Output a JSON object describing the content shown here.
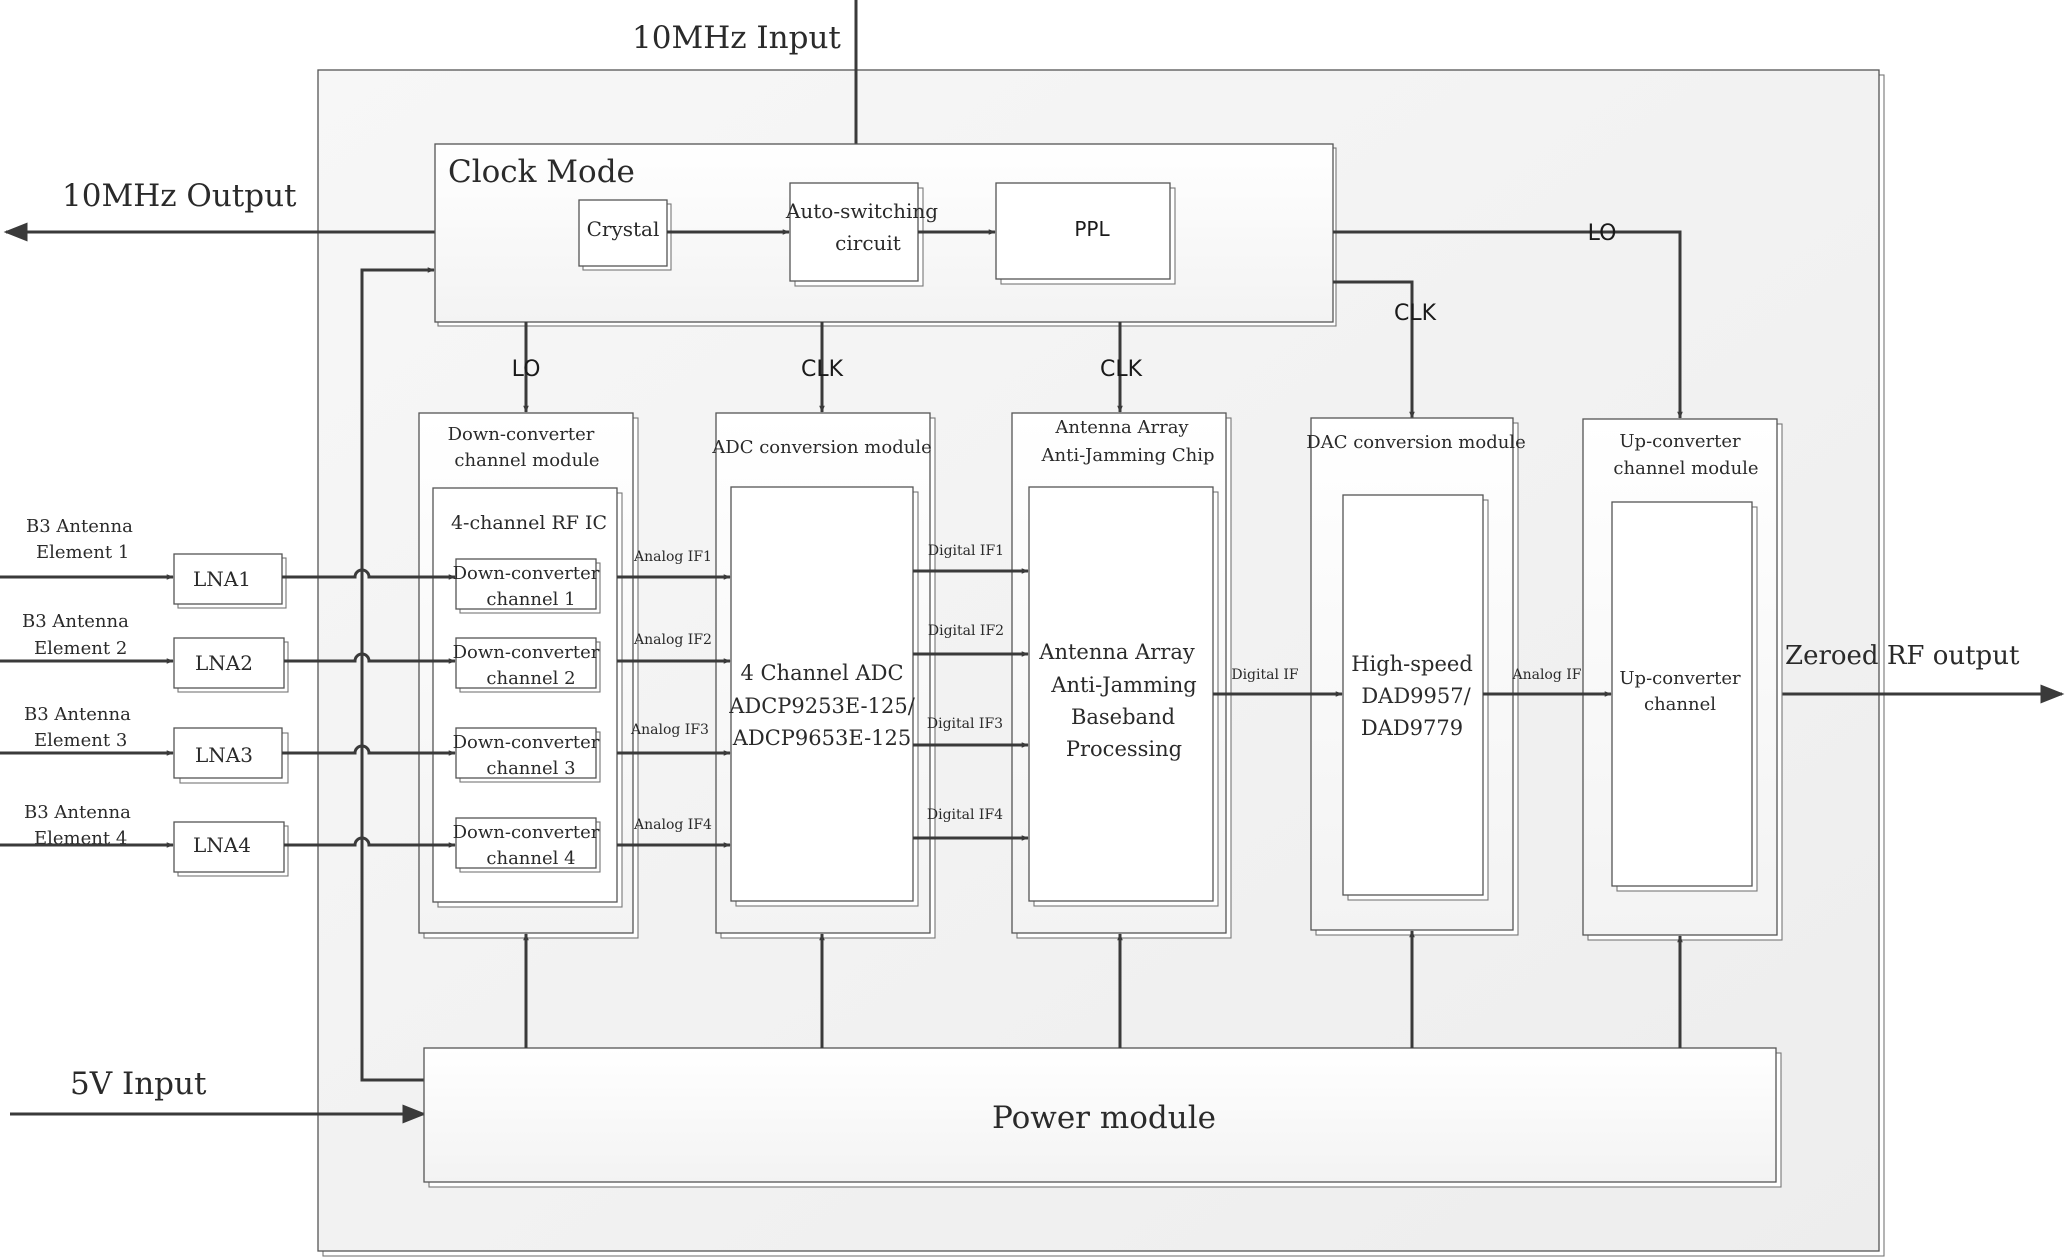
{
  "external": {
    "input_10mhz": "10MHz Input",
    "output_10mhz": "10MHz Output",
    "input_5v": "5V Input",
    "output_rf": "Zeroed RF output"
  },
  "clock": {
    "title": "Clock Mode",
    "crystal": "Crystal",
    "switch_line1": "Auto-switching",
    "switch_line2": "circuit",
    "ppl": "PPL"
  },
  "signals": {
    "lo": "LO",
    "clk": "CLK"
  },
  "antennas": [
    {
      "line1": "B3 Antenna",
      "line2": "Element 1",
      "lna": "LNA1"
    },
    {
      "line1": "B3 Antenna",
      "line2": "Element 2",
      "lna": "LNA2"
    },
    {
      "line1": "B3 Antenna",
      "line2": "Element 3",
      "lna": "LNA3"
    },
    {
      "line1": "B3 Antenna",
      "line2": "Element 4",
      "lna": "LNA4"
    }
  ],
  "downconverter": {
    "title_line1": "Down-converter",
    "title_line2": "channel module",
    "rfic": "4-channel RF IC",
    "channels": [
      {
        "line1": "Down-converter",
        "line2": "channel 1"
      },
      {
        "line1": "Down-converter",
        "line2": "channel 2"
      },
      {
        "line1": "Down-converter",
        "line2": "channel 3"
      },
      {
        "line1": "Down-converter",
        "line2": "channel 4"
      }
    ]
  },
  "analog_if": [
    "Analog IF1",
    "Analog IF2",
    "Analog IF3",
    "Analog IF4"
  ],
  "adc": {
    "title": "ADC conversion module",
    "line1": "4 Channel ADC",
    "line2": "ADCP9253E-125/",
    "line3": "ADCP9653E-125"
  },
  "digital_if": [
    "Digital IF1",
    "Digital IF2",
    "Digital IF3",
    "Digital IF4"
  ],
  "ajchip": {
    "title_line1": "Antenna Array",
    "title_line2": "Anti-Jamming Chip",
    "line1": "Antenna Array",
    "line2": "Anti-Jamming",
    "line3": "Baseband",
    "line4": "Processing"
  },
  "digital_if_out": "Digital IF",
  "dac": {
    "title": "DAC conversion module",
    "line1": "High-speed",
    "line2": "DAD9957/",
    "line3": "DAD9779"
  },
  "analog_if_out": "Analog IF",
  "upconverter": {
    "title_line1": "Up-converter",
    "title_line2": "channel module",
    "line1": "Up-converter",
    "line2": "channel"
  },
  "power": {
    "label": "Power module"
  }
}
